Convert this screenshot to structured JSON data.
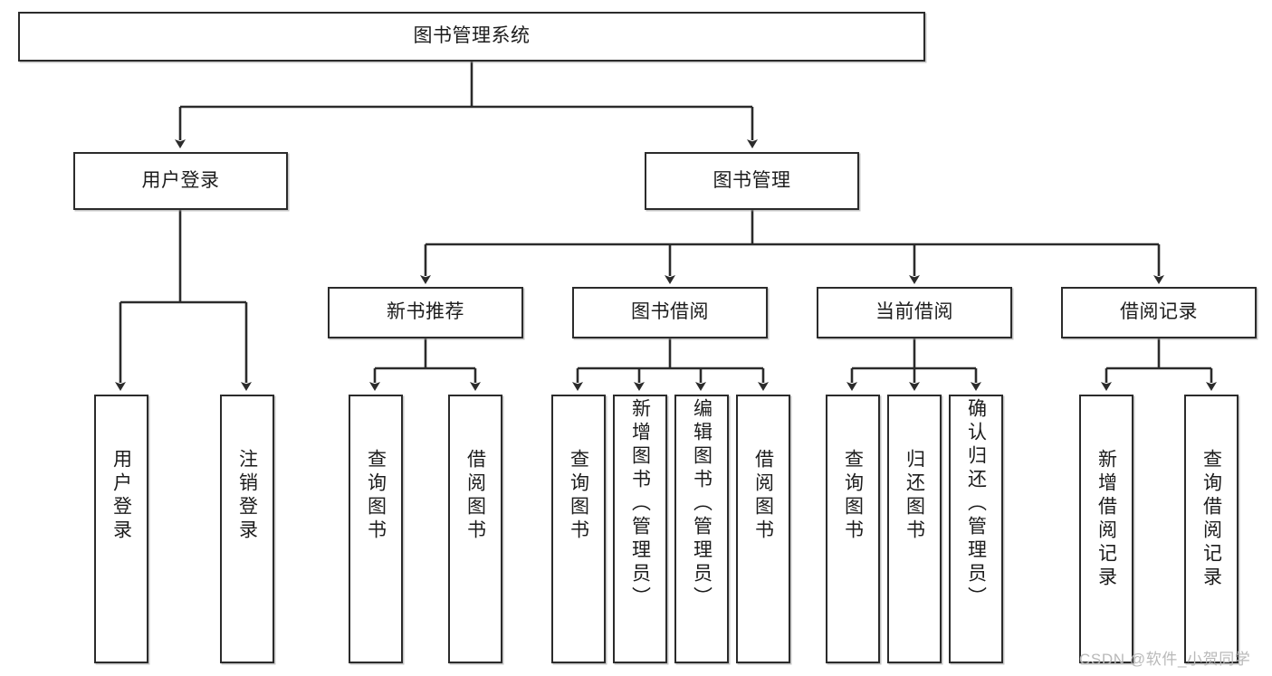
{
  "diagram": {
    "title": "图书管理系统",
    "type": "tree-structure-chart",
    "line_color": "#2b2b2b",
    "box_fill": "#ffffff",
    "text_color": "#1c1c1c"
  },
  "nodes": {
    "root": {
      "label": "图书管理系统"
    },
    "level2": [
      {
        "id": "user-login",
        "label": "用户登录"
      },
      {
        "id": "book-manage",
        "label": "图书管理"
      }
    ],
    "level3": [
      {
        "id": "new-book-recommend",
        "label": "新书推荐"
      },
      {
        "id": "book-borrow",
        "label": "图书借阅"
      },
      {
        "id": "current-borrow",
        "label": "当前借阅"
      },
      {
        "id": "borrow-record",
        "label": "借阅记录"
      }
    ],
    "leaves": [
      {
        "id": "leaf-user-login",
        "label": "用户登录",
        "parent": "user-login"
      },
      {
        "id": "leaf-user-logout",
        "label": "注销登录",
        "parent": "user-login"
      },
      {
        "id": "leaf-query-book-1",
        "label": "查询图书",
        "parent": "new-book-recommend"
      },
      {
        "id": "leaf-borrow-book-1",
        "label": "借阅图书",
        "parent": "new-book-recommend"
      },
      {
        "id": "leaf-query-book-2",
        "label": "查询图书",
        "parent": "book-borrow"
      },
      {
        "id": "leaf-add-book",
        "label": "新增图书（管理员）",
        "parent": "book-borrow"
      },
      {
        "id": "leaf-edit-book",
        "label": "编辑图书（管理员）",
        "parent": "book-borrow"
      },
      {
        "id": "leaf-borrow-book-2",
        "label": "借阅图书",
        "parent": "book-borrow"
      },
      {
        "id": "leaf-query-book-3",
        "label": "查询图书",
        "parent": "current-borrow"
      },
      {
        "id": "leaf-return-book",
        "label": "归还图书",
        "parent": "current-borrow"
      },
      {
        "id": "leaf-confirm-return",
        "label": "确认归还（管理员）",
        "parent": "current-borrow"
      },
      {
        "id": "leaf-add-record",
        "label": "新增借阅记录",
        "parent": "borrow-record"
      },
      {
        "id": "leaf-query-record",
        "label": "查询借阅记录",
        "parent": "borrow-record"
      }
    ]
  },
  "watermark": {
    "text": "CSDN @软件_小贺同学"
  }
}
